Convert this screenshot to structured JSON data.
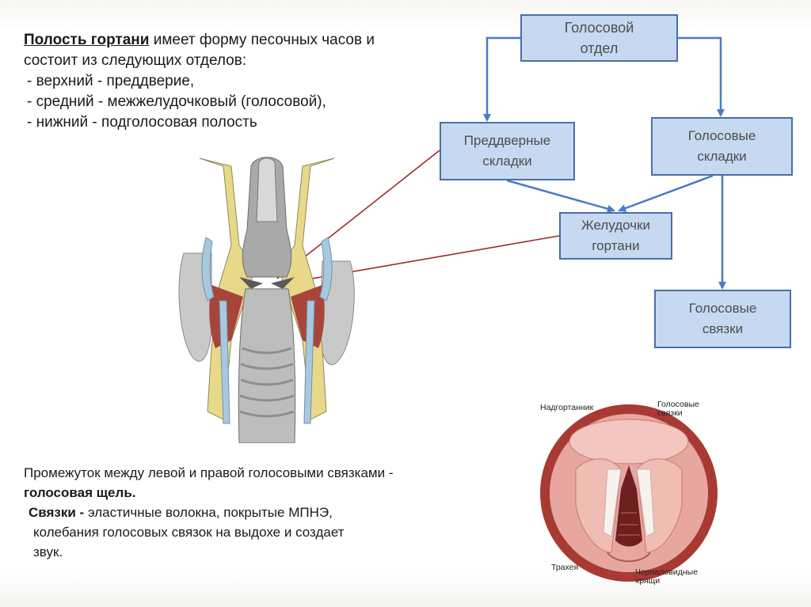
{
  "intro": {
    "term": "Полость гортани",
    "rest": " имеет форму песочных часов и",
    "line2": "состоит из следующих отделов:",
    "items": [
      " -  верхний  -  преддверие,",
      " -  средний  -  межжелудочковый (голосовой),",
      " -  нижний  -  подголосовая  полость"
    ]
  },
  "flow": {
    "voice_section": "Голосовой\nотдел",
    "vestibular_folds": "Преддверные\nскладки",
    "vocal_folds": "Голосовые\nскладки",
    "ventricles": "Желудочки\nгортани",
    "vocal_cords": "Голосовые\nсвязки"
  },
  "bottom": {
    "line1": "Промежуток между левой и правой голосовыми связками  -",
    "line2": "голосовая щель.",
    "ligaments_term": "Связки  -",
    "line3_rest": "  эластичные волокна, покрытые МПНЭ,",
    "line4": "колебания голосовых связок на выдохе и  создает",
    "line5": "звук."
  },
  "laryngoscope_labels": {
    "epiglottis": "Надгортанник",
    "vocal_cords": "Голосовые\nсвязки",
    "trachea": "Трахея",
    "arytenoid": "Черпаловидные\nхрящи"
  },
  "colors": {
    "box_fill": "#c6d9f1",
    "box_border": "#4a6ea8",
    "arrow": "#4a7bc4",
    "pointer_line": "#9b2a2a"
  }
}
